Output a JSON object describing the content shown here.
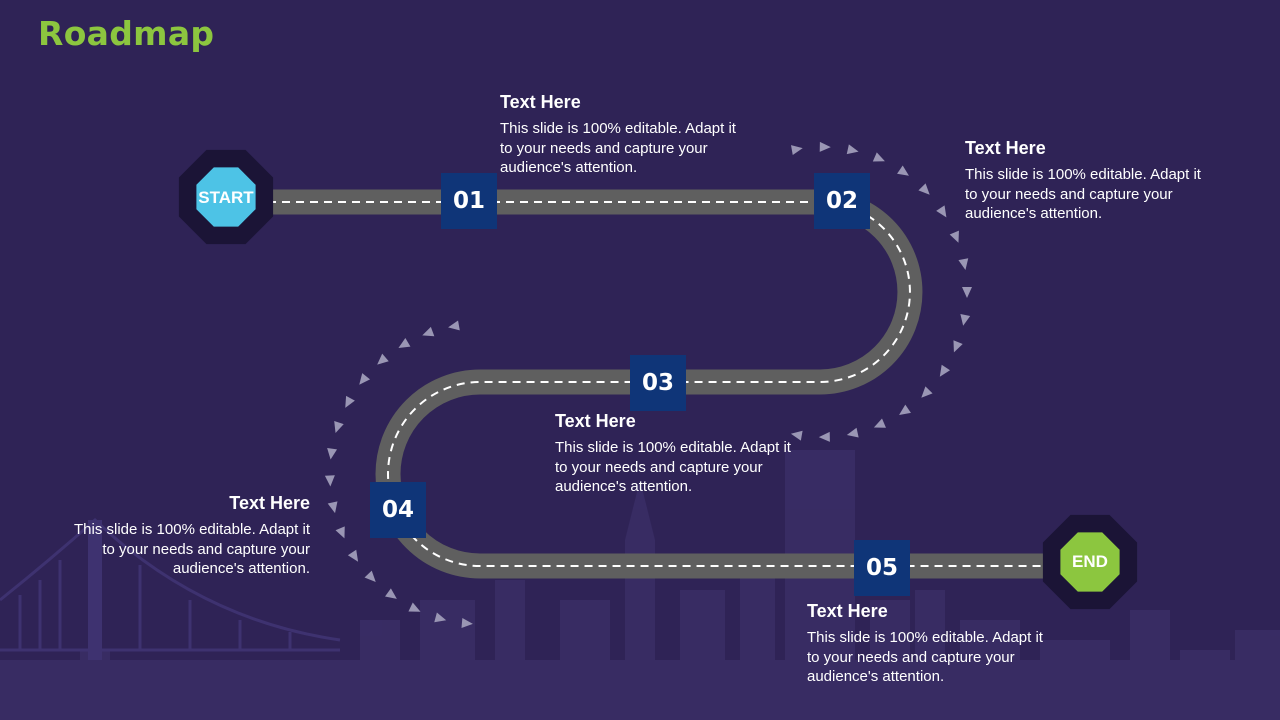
{
  "title": "Roadmap",
  "start_label": "START",
  "end_label": "END",
  "steps": [
    {
      "number": "01",
      "heading": "Text Here",
      "body": "This slide is 100% editable. Adapt it to your needs and capture your audience's attention."
    },
    {
      "number": "02",
      "heading": "Text Here",
      "body": "This slide is 100% editable. Adapt it to your needs and capture your audience's attention."
    },
    {
      "number": "03",
      "heading": "Text Here",
      "body": "This slide is 100% editable. Adapt it to your needs and capture your audience's attention."
    },
    {
      "number": "04",
      "heading": "Text Here",
      "body": "This slide is 100% editable. Adapt it to your needs and capture your audience's attention."
    },
    {
      "number": "05",
      "heading": "Text Here",
      "body": "This slide is 100% editable. Adapt it to your needs and capture your audience's attention."
    }
  ],
  "colors": {
    "background": "#2f2356",
    "title": "#8cc63f",
    "road": "#5f5f5f",
    "step_box": "#0f3578",
    "start_badge": "#4dc3e6",
    "end_badge": "#8cc63f",
    "badge_outer": "#1b1436",
    "arrow": "#9a96b4"
  }
}
